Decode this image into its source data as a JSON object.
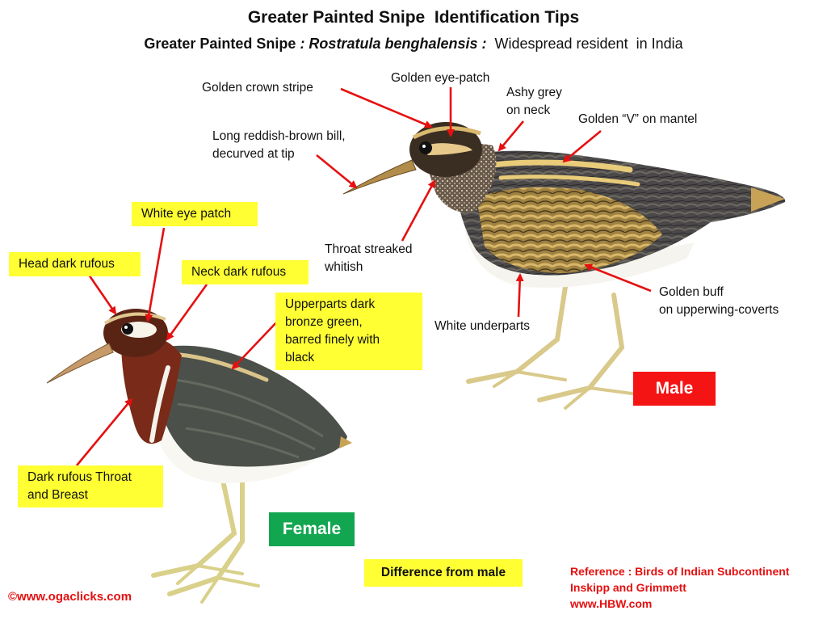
{
  "title": "Greater Painted Snipe  Identification Tips",
  "subtitle": {
    "common_name": "Greater Painted Snipe",
    "scientific_name": " : Rostratula benghalensis : ",
    "status": " Widespread resident  in India"
  },
  "male": {
    "badge": "Male",
    "labels": {
      "crown": "Golden crown stripe",
      "eye_patch": "Golden eye-patch",
      "neck_1": "Ashy grey",
      "neck_2": "on neck",
      "mantel": "Golden “V” on mantel",
      "bill_1": "Long reddish-brown bill,",
      "bill_2": "decurved at tip",
      "throat_1": "Throat streaked",
      "throat_2": "whitish",
      "coverts_1": "Golden buff",
      "coverts_2": "on  upperwing-coverts",
      "underparts": "White underparts"
    }
  },
  "female": {
    "badge": "Female",
    "labels": {
      "eye_patch": "White eye patch",
      "head": "Head dark rufous",
      "neck": "Neck dark rufous",
      "upperparts_1": "Upperparts dark",
      "upperparts_2": "bronze green,",
      "upperparts_3": "barred finely with",
      "upperparts_4": "black",
      "throat_1": "Dark rufous Throat",
      "throat_2": "and Breast"
    },
    "difference_note": "Difference from male"
  },
  "copyright": "©www.ogaclicks.com",
  "reference": {
    "line1": "Reference : Birds of Indian Subcontinent",
    "line2": "Inskipp and Grimmett",
    "line3": "www.HBW.com"
  },
  "colors": {
    "arrow": "#e51010",
    "label_highlight": "#ffff33",
    "male_badge": "#f51414",
    "female_badge": "#12a650"
  }
}
